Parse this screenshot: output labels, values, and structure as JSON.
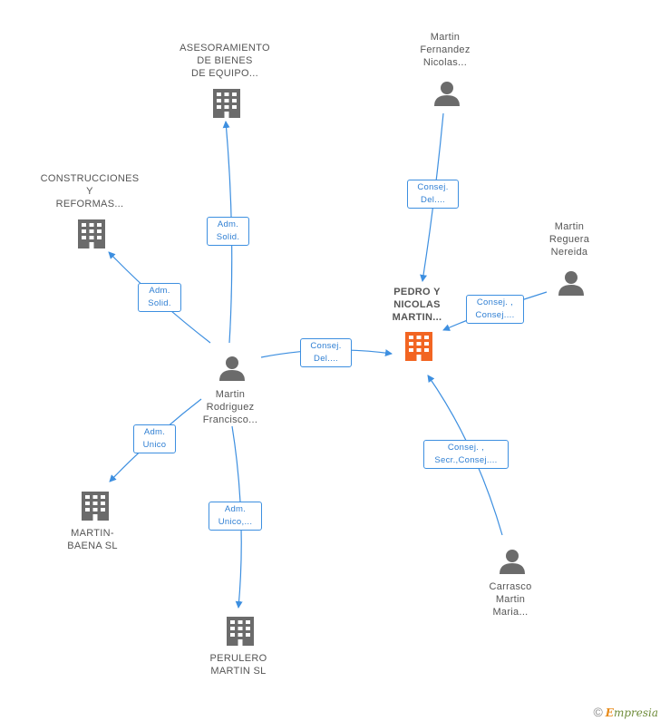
{
  "nodes": {
    "asesoramiento": {
      "lines": [
        "ASESORAMIENTO",
        "DE BIENES",
        "DE EQUIPO..."
      ]
    },
    "construcciones": {
      "lines": [
        "CONSTRUCCIONES",
        "Y",
        "REFORMAS..."
      ]
    },
    "martin_rodriguez": {
      "lines": [
        "Martin",
        "Rodriguez",
        "Francisco..."
      ]
    },
    "martin_baena": {
      "lines": [
        "MARTIN-",
        "BAENA SL"
      ]
    },
    "perulero": {
      "lines": [
        "PERULERO",
        "MARTIN SL"
      ]
    },
    "pedro_nicolas": {
      "lines": [
        "PEDRO Y",
        "NICOLAS",
        "MARTIN..."
      ]
    },
    "martin_fernandez": {
      "lines": [
        "Martin",
        "Fernandez",
        "Nicolas..."
      ]
    },
    "martin_reguera": {
      "lines": [
        "Martin",
        "Reguera",
        "Nereida"
      ]
    },
    "carrasco": {
      "lines": [
        "Carrasco",
        "Martin",
        "Maria..."
      ]
    }
  },
  "edges": {
    "to_asesoramiento": {
      "lines": [
        "Adm.",
        "Solid."
      ]
    },
    "to_construcciones": {
      "lines": [
        "Adm.",
        "Solid."
      ]
    },
    "to_pedro_from_rodriguez": {
      "lines": [
        "Consej.",
        "Del...."
      ]
    },
    "to_martin_baena": {
      "lines": [
        "Adm.",
        "Unico"
      ]
    },
    "to_perulero": {
      "lines": [
        "Adm.",
        "Unico,..."
      ]
    },
    "to_pedro_from_fernandez": {
      "lines": [
        "Consej.",
        "Del...."
      ]
    },
    "to_pedro_from_reguera": {
      "lines": [
        "Consej. ,",
        "Consej...."
      ]
    },
    "to_pedro_from_carrasco": {
      "lines": [
        "Consej. ,",
        "Secr.,Consej...."
      ]
    }
  },
  "colors": {
    "edge": "#3d8fe0",
    "company_icon": "#6b6b6b",
    "company_icon_focus": "#f26522",
    "person_icon": "#6b6b6b"
  },
  "footer": {
    "copyright": "©",
    "brand_initial": "E",
    "brand_rest": "mpresia"
  }
}
